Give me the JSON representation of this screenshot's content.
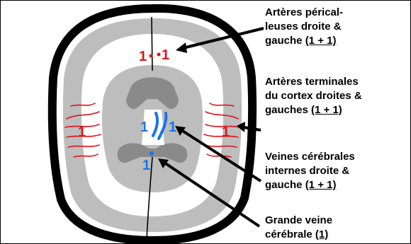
{
  "labels": [
    {
      "text": "Artères péricalleuses droite & gauche",
      "count": "(1 + 1)"
    },
    {
      "text": "Artères terminales du cortex droites & gauches",
      "count": "(1 + 1)"
    },
    {
      "text": "Veines cérébrales internes droite & gauche",
      "count": "(1 + 1)"
    },
    {
      "text": "Grande veine cérébrale",
      "count": "(1)"
    }
  ],
  "label_lines": [
    [
      "Artères pérical-",
      "leuses droite &",
      "gauche"
    ],
    [
      "Artères terminales",
      "du cortex droites &",
      "gauches"
    ],
    [
      "Veines cérébrales",
      "internes droite &",
      "gauche"
    ],
    [
      "Grande veine",
      "cérébrale"
    ]
  ],
  "markers": {
    "pericallosal": "1 • 1",
    "cortical_left": "1",
    "cortical_right": "1",
    "internal_veins_left": "1",
    "internal_veins_right": "1",
    "great_vein": "1"
  },
  "colors": {
    "artery": "#e0141b",
    "vein": "#1a74e8",
    "gray_matter": "#bdbdbd",
    "ventricles": "#8a8a8a",
    "outline": "#000000"
  }
}
